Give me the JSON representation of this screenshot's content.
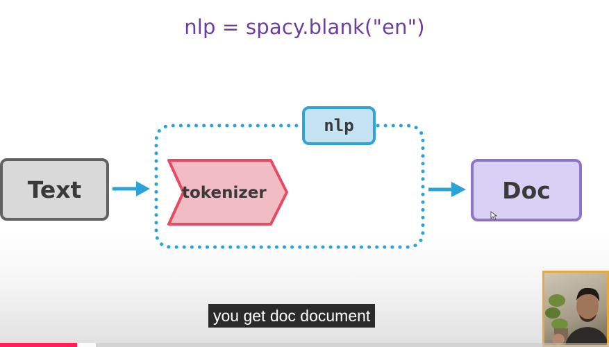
{
  "slide": {
    "title": "nlp = spacy.blank(\"en\")",
    "input_label": "Text",
    "pipeline_label": "nlp",
    "component_label": "tokenizer",
    "output_label": "Doc"
  },
  "caption": "you get doc document",
  "colors": {
    "title": "#6a3fa0",
    "text_box_fill": "#d9d9d9",
    "doc_box_fill": "#d8d0f5",
    "nlp_badge_fill": "#c3e2f2",
    "tokenizer_fill": "#f2bcc4",
    "tokenizer_stroke": "#e84a62",
    "arrow": "#2aa3d8",
    "progress_played": "#ff1f5a"
  },
  "player": {
    "progress_fraction": 0.127,
    "buffered_fraction": 0.158
  },
  "icons": [
    "arrow-right-icon",
    "mouse-cursor-icon"
  ]
}
